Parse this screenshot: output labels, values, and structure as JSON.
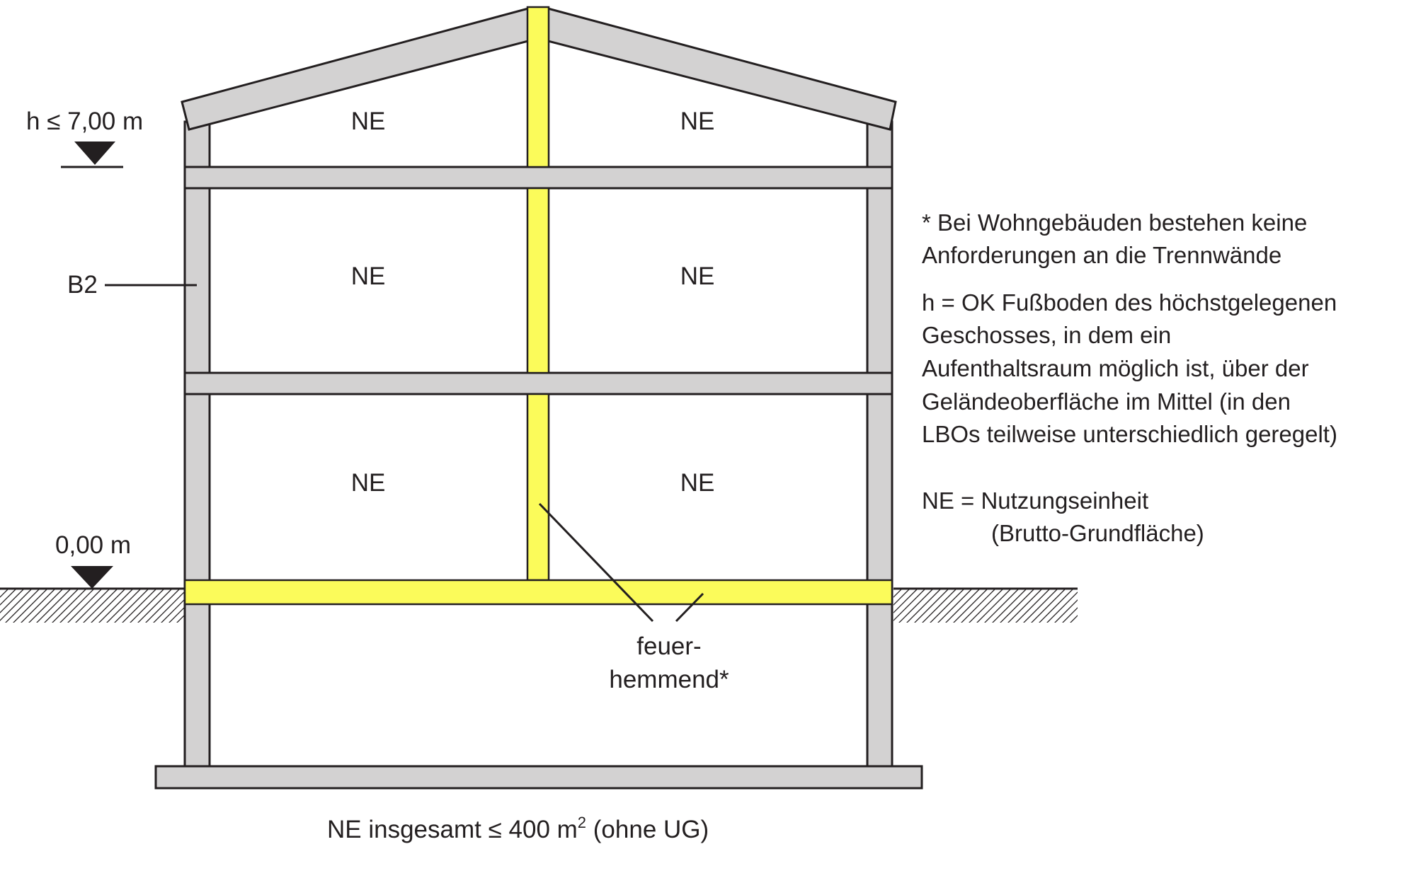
{
  "diagram": {
    "units": {
      "ne": "NE",
      "ne_count": 6
    },
    "levels": {
      "top": "h ≤ 7,00 m",
      "ground": "0,00 m"
    },
    "wall_class": "B2",
    "fire_label": {
      "line1": "feuer-",
      "line2": "hemmend*"
    },
    "footer": {
      "text": "NE insgesamt ≤ 400 m",
      "sup": "2",
      "tail": " (ohne UG)"
    },
    "notes": {
      "wohn_line1": "* Bei Wohngebäuden bestehen keine",
      "wohn_line2": "Anforderungen an die Trennwände",
      "h_line1": "h = OK Fußboden des höchstgelegenen",
      "h_line2": "Geschosses, in dem ein",
      "h_line3": "Aufenthaltsraum möglich ist, über der",
      "h_line4": "Geländeoberfläche im Mittel (in den",
      "h_line5": "LBOs teilweise unterschiedlich geregelt)",
      "ne_line1": "NE = Nutzungseinheit",
      "ne_line2": "(Brutto-Grundfläche)"
    },
    "colors": {
      "structure": "#d3d2d2",
      "fire_resistant": "#fbfb5a",
      "ink": "#231f20"
    }
  }
}
